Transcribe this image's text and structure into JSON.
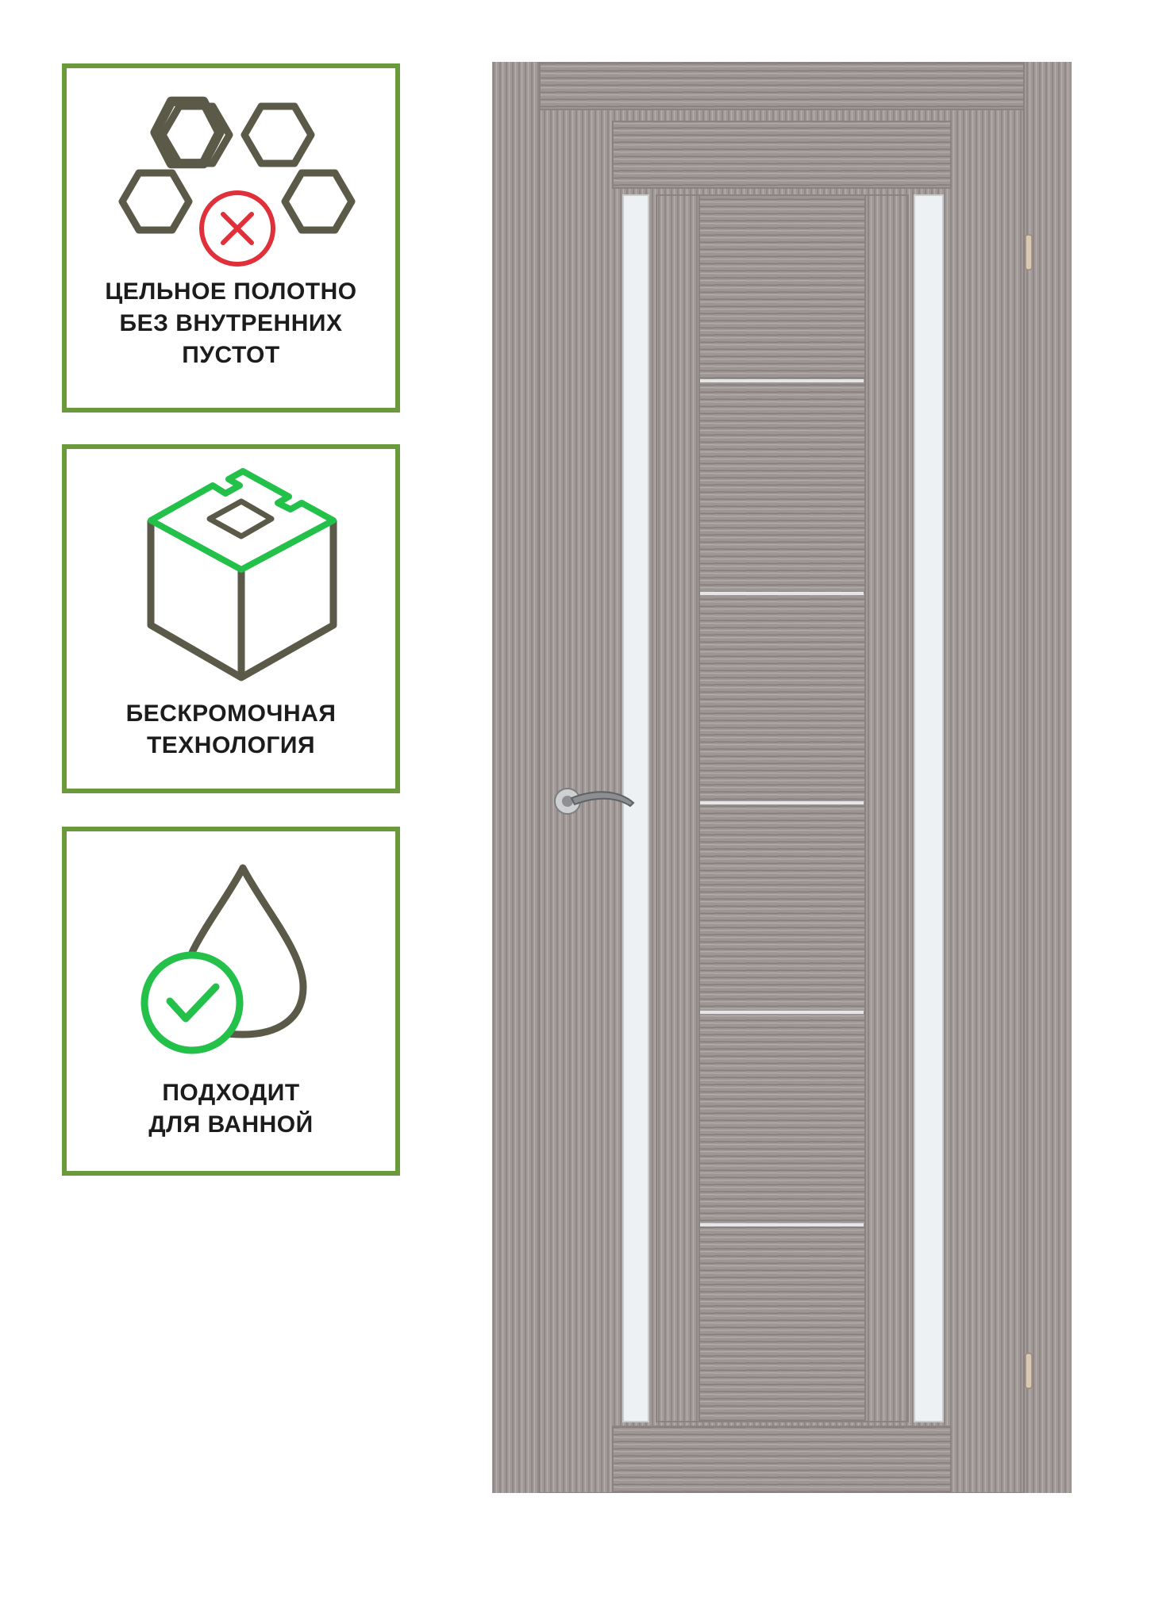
{
  "features": [
    {
      "id": "solid",
      "icon": "honeycomb-cross-icon",
      "label": "ЦЕЛЬНОЕ ПОЛОТНО\nБЕЗ ВНУТРЕННИХ\nПУСТОТ"
    },
    {
      "id": "edgeless",
      "icon": "cube-edge-icon",
      "label": "БЕСКРОМОЧНАЯ\nТЕХНОЛОГИЯ"
    },
    {
      "id": "bathroom",
      "icon": "water-drop-check-icon",
      "label": "ПОДХОДИТ\nДЛЯ ВАННОЙ"
    }
  ],
  "colors": {
    "card_border": "#6a9a3c",
    "icon_stroke": "#5b5a48",
    "accent_green": "#23c04a",
    "accent_red": "#e0303a",
    "wood": "#9c9593",
    "glass": "#eef1f3"
  }
}
